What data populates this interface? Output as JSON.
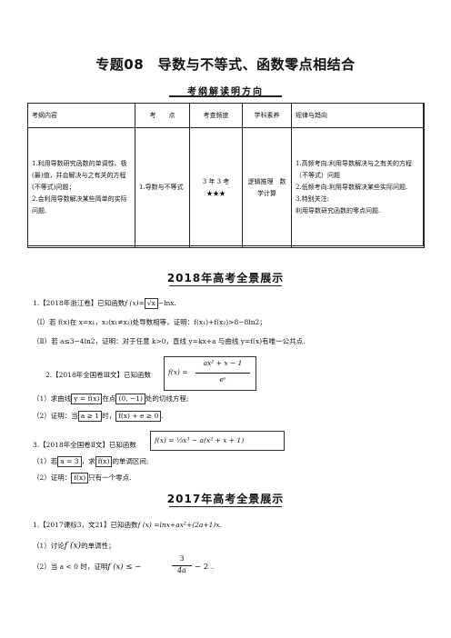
{
  "title": "专题08　导数与不等式、函数零点相结合",
  "subtitle": "考纲解读明方向",
  "table": {
    "headers": [
      "考纲内容",
      "考　　点",
      "考查频度",
      "学科素养",
      "规律与趋向"
    ],
    "content_items": [
      "1.利用导数研究函数的单调性、极(最)值，并会解决与之有关的方程(不等式)问题；",
      "2.会利用导数解决某些简单的实际问题."
    ],
    "topic": "1.导数与不等式",
    "frequency": "3 年 3 考★★★",
    "literacy": "逻辑推理　数学计算",
    "trend_items": [
      "1.高频考向:利用导数解决与之有关的方程（不等式）问题",
      "2.低频考向:利用导数解决某些实际问题.",
      "3.特别关注:",
      "利用导数研究函数的零点问题."
    ]
  },
  "section2018": "2018年高考全景展示",
  "q1": {
    "lead": "1.【2018年浙江卷】已知函数",
    "func": "f (x)=",
    "boxed": "√x",
    "rest": "−lnx.",
    "p1": "（Ⅰ）若 f(x)在 x=x₁，x₂(x₁≠x₂)处导数相等，证明：f(x₁)+f(x₂)>8−8ln2；",
    "p2": "（Ⅱ）若 a≤3−4ln2，证明：对于任意 k>0，直线 y=kx+a 与曲线 y=f(x)有唯一公共点."
  },
  "q2": {
    "lead": "2.【2018年全国卷Ⅲ文】已知函数",
    "func_lhs": "f(x) =",
    "numerator": "ax² + x − 1",
    "denominator": "eˣ",
    "p1_a": "（1）求曲线",
    "p1_box1": "y = f(x)",
    "p1_b": "在点",
    "p1_box2": "(0, −1)",
    "p1_c": "处的切线方程;",
    "p2_a": "（2）证明：当",
    "p2_box1": "a ≥ 1",
    "p2_b": "时，",
    "p2_box2": "f(x) + e ≥ 0",
    "p2_c": "."
  },
  "q3": {
    "lead": "3.【2018年全国卷Ⅱ文】已知函数",
    "formula": "f(x) = ⅓x³ − a(x² + x + 1)",
    "p1_a": "（1）若",
    "p1_box1": "a = 3",
    "p1_b": "，求",
    "p1_box2": "f(x)",
    "p1_c": "的单调区间;",
    "p2_a": "（2）证明：",
    "p2_box": "f(x)",
    "p2_c": "只有一个零点."
  },
  "section2017": "2017年高考全景展示",
  "q4": {
    "lead": "1.【2017课标3，文21】已知函数",
    "formula": "f (x) =lnx+ax²+(2a+1)x.",
    "p1_a": "（1）讨论",
    "p1_f": "f (x)",
    "p1_b": "的单调性；",
    "p2_a": "（2）当 a < 0 时，证明",
    "p2_lhs": "f (x) ≤ −",
    "p2_num": "3",
    "p2_den": "4a",
    "p2_rhs": "− 2 ."
  }
}
